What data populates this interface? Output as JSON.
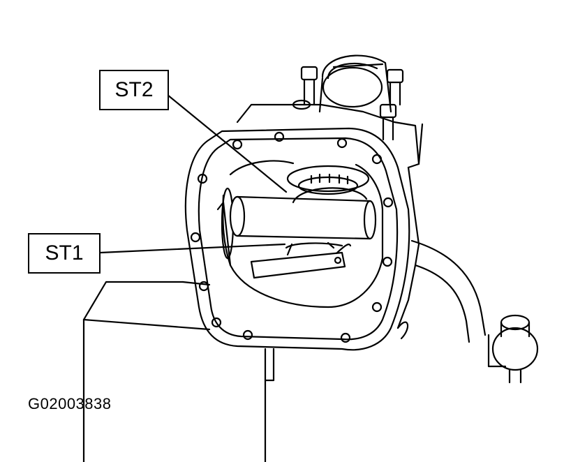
{
  "callouts": {
    "st2": "ST2",
    "st1": "ST1"
  },
  "figure_id": "G02003838",
  "colors": {
    "line": "#000000",
    "background": "#ffffff"
  }
}
